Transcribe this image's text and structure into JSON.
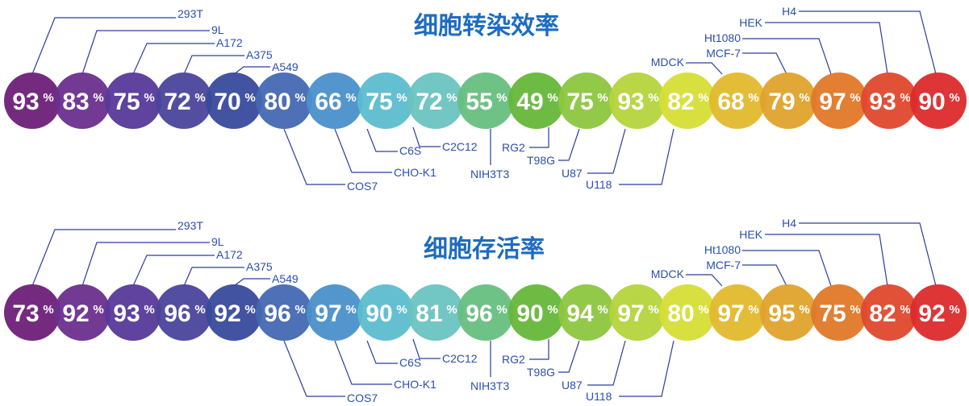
{
  "colors": [
    "#6d2078",
    "#6a2f8d",
    "#56399a",
    "#4b459c",
    "#384a9c",
    "#4568b2",
    "#4a90cb",
    "#5cbdcd",
    "#6ac3c0",
    "#67bf7f",
    "#66b73a",
    "#8dc63f",
    "#b4d43c",
    "#d6de35",
    "#e1b92d",
    "#dfa22c",
    "#e07828",
    "#df482d",
    "#dc2a2b"
  ],
  "cell_lines": [
    "293T",
    "9L",
    "A172",
    "A375",
    "A549",
    "COS7",
    "CHO-K1",
    "C6S",
    "C2C12",
    "NIH3T3",
    "RG2",
    "T98G",
    "U87",
    "U118",
    "MDCK",
    "MCF-7",
    "Ht1080",
    "HEK",
    "H4"
  ],
  "percent_sign": "%",
  "panels": [
    {
      "title": "细胞转染效率",
      "values": [
        93,
        83,
        75,
        72,
        70,
        80,
        66,
        75,
        72,
        55,
        49,
        75,
        93,
        82,
        68,
        79,
        97,
        93,
        90
      ]
    },
    {
      "title": "细胞存活率",
      "values": [
        73,
        92,
        93,
        96,
        92,
        96,
        97,
        90,
        81,
        96,
        90,
        94,
        97,
        80,
        97,
        95,
        75,
        82,
        92
      ]
    }
  ]
}
